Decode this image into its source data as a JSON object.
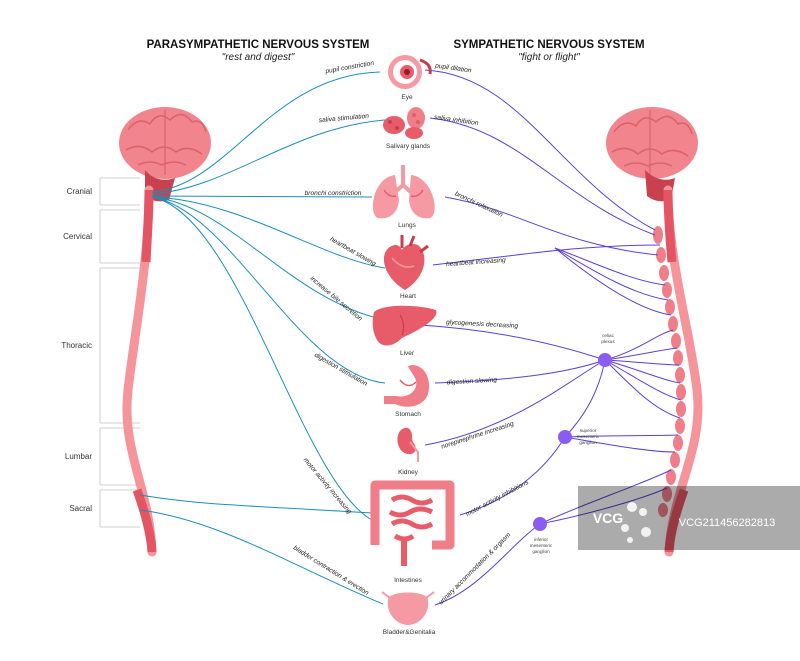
{
  "left_title": "PARASYMPATHETIC NERVOUS SYSTEM",
  "left_subtitle": "\"rest and digest\"",
  "right_title": "SYMPATHETIC NERVOUS SYSTEM",
  "right_subtitle": "\"fight or flight\"",
  "regions": [
    "Cranial",
    "Cervical",
    "Thoracic",
    "Lumbar",
    "Sacral"
  ],
  "organs": [
    "Eye",
    "Salivary glands",
    "Lungs",
    "Heart",
    "Liver",
    "Stomach",
    "Kidney",
    "Intestines",
    "Bladder&Genitalia"
  ],
  "parasympathetic_effects": [
    "pupil constriction",
    "saliva stimulation",
    "bronchi constriction",
    "heartbeat slowing",
    "increase bile secretion",
    "digestion stimulation",
    "motor activity increasing",
    "bladder contraction & erection"
  ],
  "sympathetic_effects": [
    "pupil dilation",
    "saliva inhibition",
    "bronchi relaxation",
    "heartbeat increasing",
    "glycogenesis decreasing",
    "digestion slowing",
    "norepinephrine increasing",
    "motor activity inhibitions",
    "urinary accommodation & orgasm"
  ],
  "ganglia": {
    "celiac": [
      "celiac",
      "plexus"
    ],
    "superior": [
      "superior",
      "mesenteric",
      "ganglion"
    ],
    "inferior": [
      "inferior",
      "mesenteric",
      "ganglion"
    ]
  },
  "watermark": {
    "logo": "VCG",
    "text": "VCG211456282813"
  },
  "colors": {
    "parasympathetic": "#1a8fb8",
    "sympathetic": "#5b3fd6",
    "organ": "#e85c6a",
    "ganglion": "#8a5cf0"
  }
}
